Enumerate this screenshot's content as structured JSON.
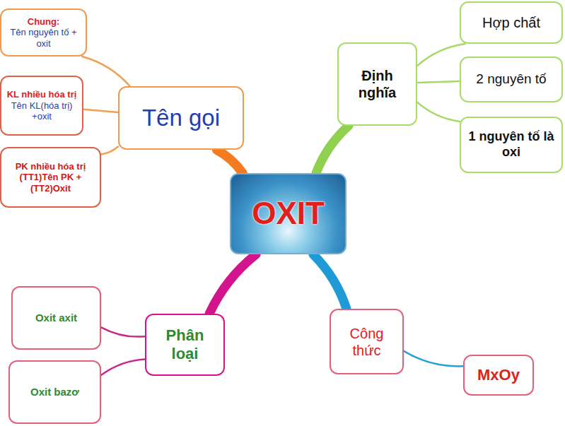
{
  "diagram": {
    "nodes": [
      {
        "text": [
          "Chung:",
          "Tên nguyên tố + oxit"
        ]
      },
      {
        "text": [
          "Hợp chất"
        ]
      },
      {
        "text": [
          "Định nghĩa"
        ]
      },
      {
        "text": [
          "Tên gọi"
        ]
      },
      {
        "text": [
          "2 nguyên tố"
        ]
      },
      {
        "text": [
          "KL nhiều hóa trị",
          "Tên KL(hóa trị) +oxit"
        ]
      },
      {
        "text": [
          "1 nguyên tố là oxi"
        ]
      },
      {
        "text": [
          "PK nhiều hóa trị (TT1)Tên PK +(TT2)Oxit"
        ]
      },
      {
        "text": [
          "OXIT"
        ]
      },
      {
        "text": [
          "Oxit axit"
        ]
      },
      {
        "text": [
          "Phân loại"
        ]
      },
      {
        "text": [
          "Công thức"
        ]
      },
      {
        "text": [
          "Oxit bazơ"
        ]
      },
      {
        "text": [
          "MxOy"
        ]
      }
    ],
    "edges": [
      {
        "from": 8,
        "to": 3,
        "arrow": "none"
      },
      {
        "from": 8,
        "to": 2,
        "arrow": "none"
      },
      {
        "from": 8,
        "to": 10,
        "arrow": "none"
      },
      {
        "from": 8,
        "to": 11,
        "arrow": "none"
      },
      {
        "from": 3,
        "to": 0,
        "arrow": "none"
      },
      {
        "from": 3,
        "to": 5,
        "arrow": "none"
      },
      {
        "from": 3,
        "to": 7,
        "arrow": "none"
      },
      {
        "from": 2,
        "to": 1,
        "arrow": "none"
      },
      {
        "from": 2,
        "to": 4,
        "arrow": "none"
      },
      {
        "from": 2,
        "to": 6,
        "arrow": "none"
      },
      {
        "from": 10,
        "to": 9,
        "arrow": "none"
      },
      {
        "from": 10,
        "to": 12,
        "arrow": "none"
      },
      {
        "from": 11,
        "to": 13,
        "arrow": "none"
      }
    ]
  }
}
